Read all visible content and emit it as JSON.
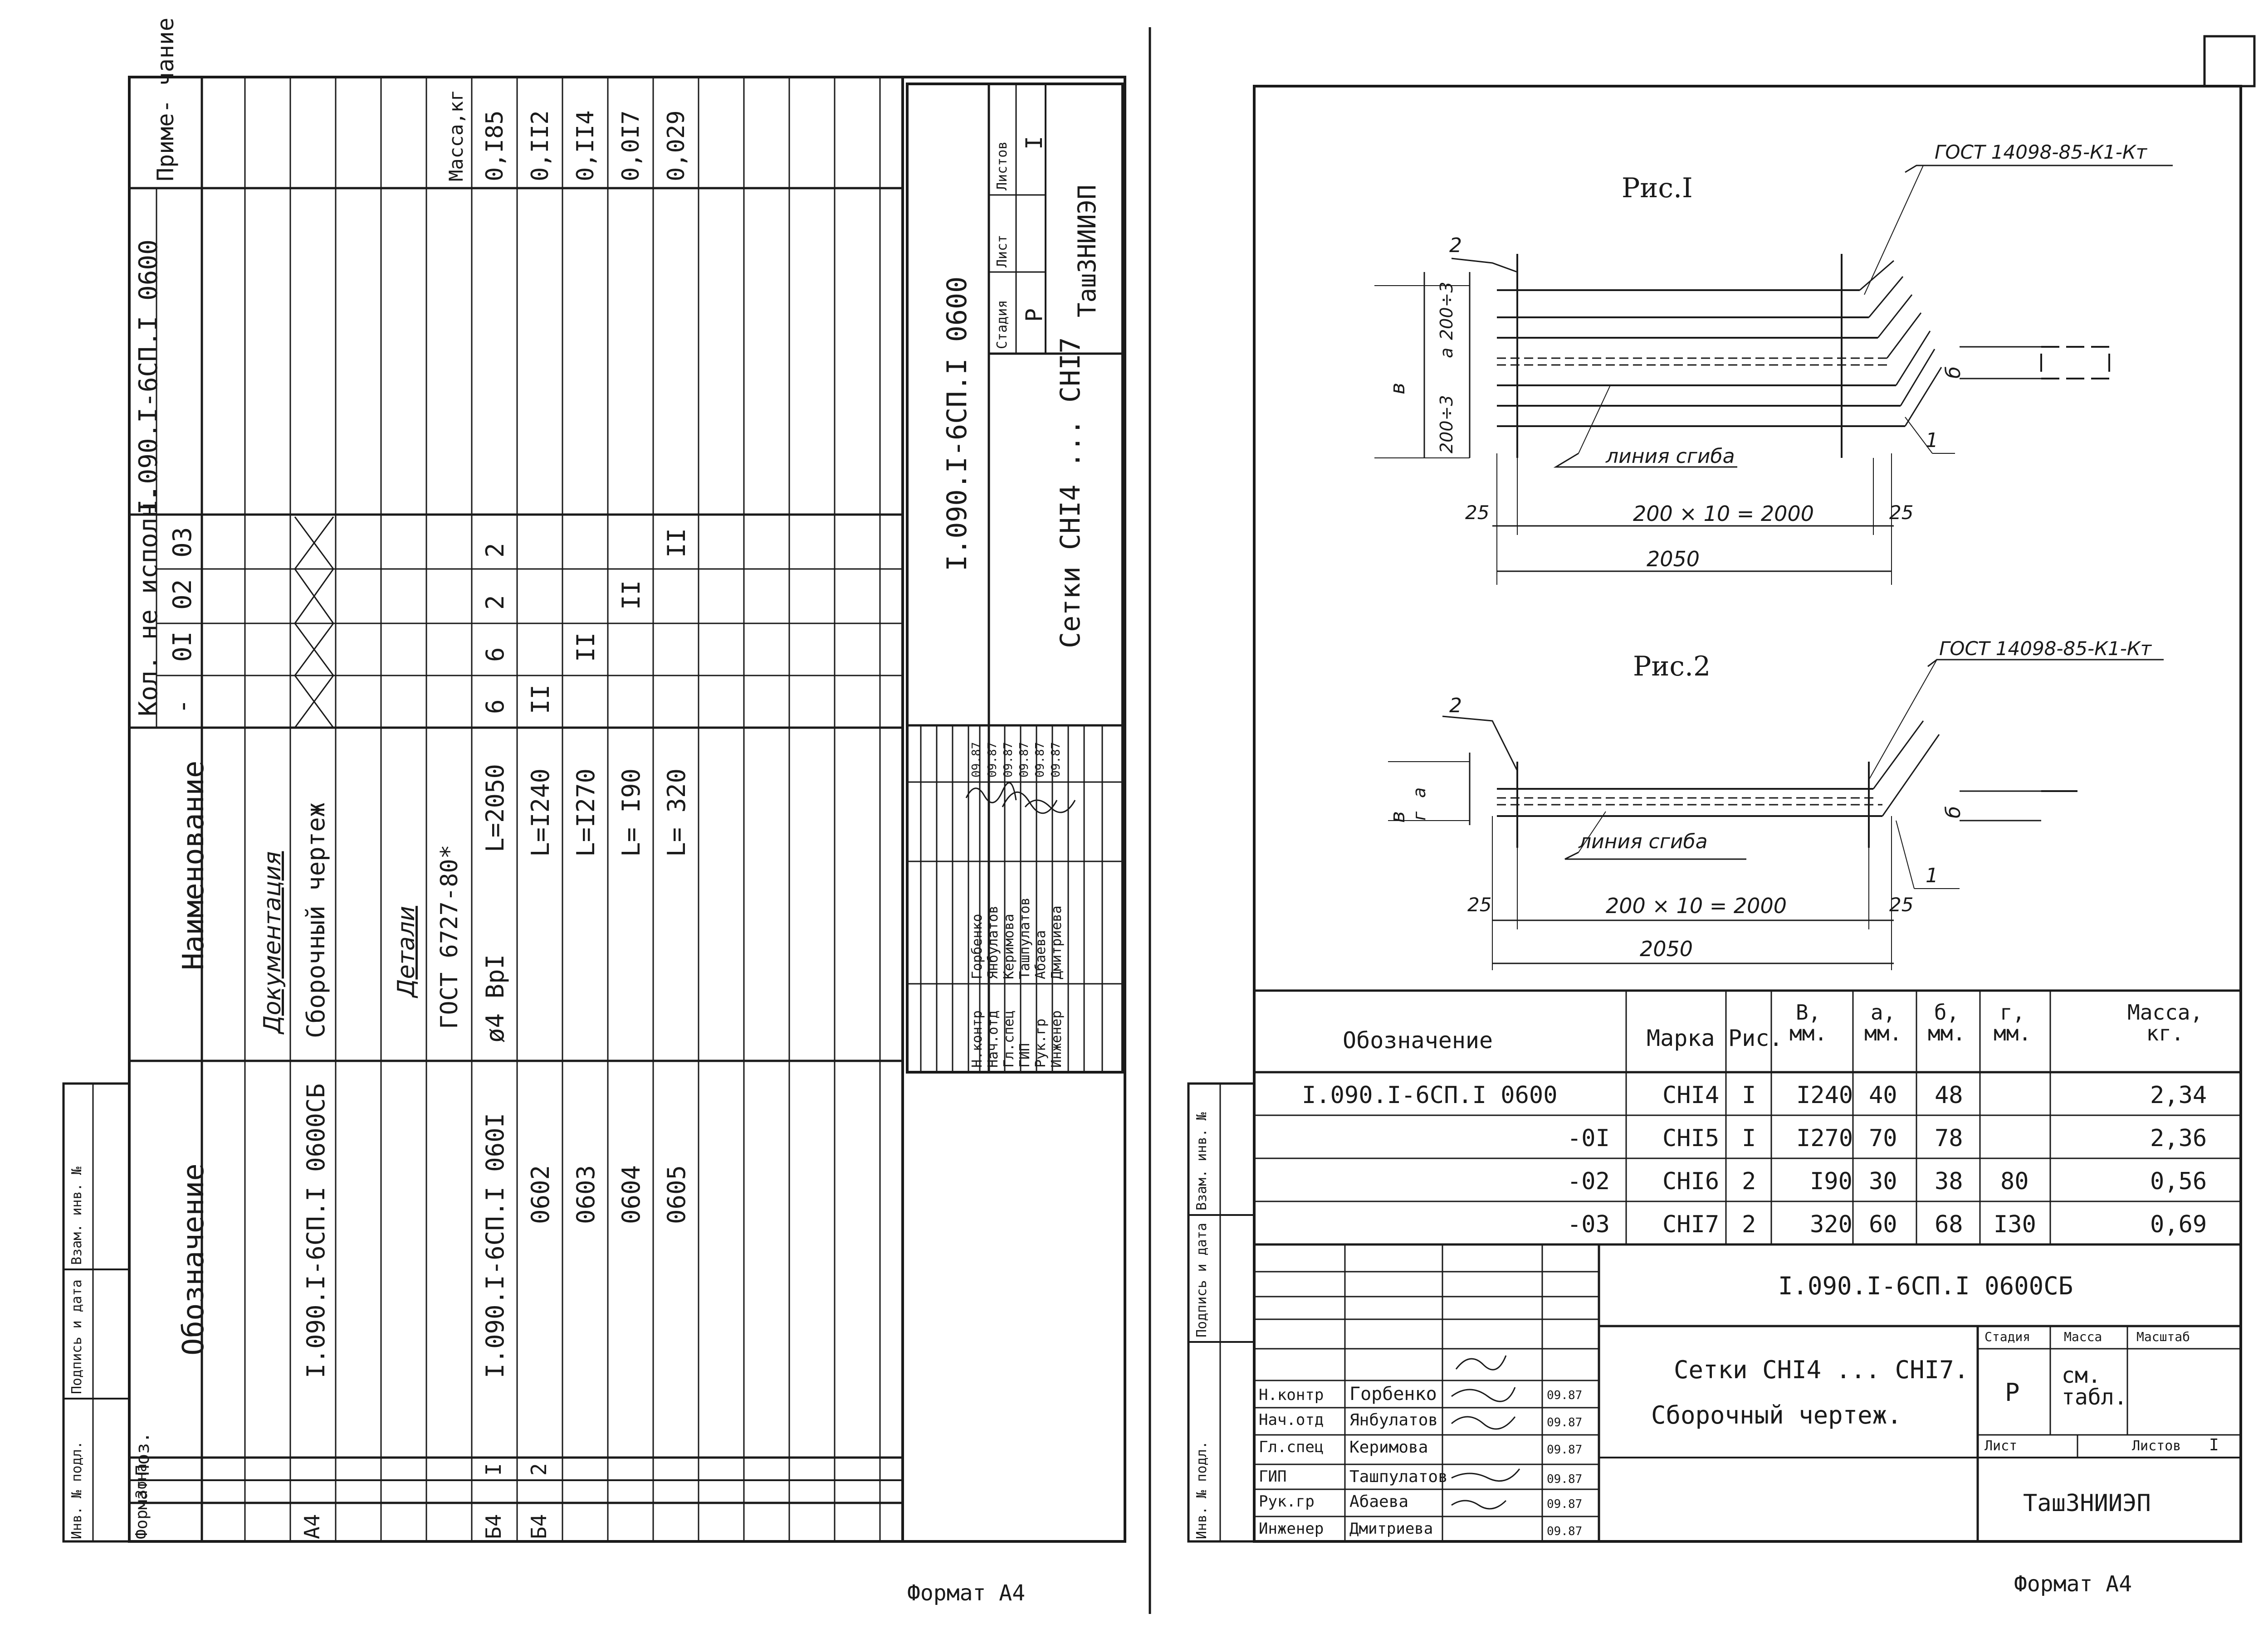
{
  "left_sheet": {
    "header": {
      "oboznachenie": "Обозначение",
      "naimenovanie": "Наименование",
      "kol": "Кол. не исполн.",
      "designation": "I.090.I-6СП.I 0600",
      "primechanie": "Приме-\nчание",
      "massa": "Масса,кг",
      "col_base": "-",
      "col_01": "0I",
      "col_02": "02",
      "col_03": "03"
    },
    "left_columns": {
      "format": "Формат",
      "zona": "Зона",
      "poz": "Поз."
    },
    "rows": [
      {
        "format": "",
        "poz": "",
        "oboz": "",
        "name": "Документация",
        "q": [
          "",
          "",
          "",
          ""
        ],
        "mass": ""
      },
      {
        "format": "A4",
        "poz": "",
        "oboz": "I.090.I-6СП.I 0600СБ",
        "name": "Сборочный чертеж",
        "q": [
          "X",
          "X",
          "X",
          "X"
        ],
        "mass": ""
      },
      {
        "format": "",
        "poz": "",
        "oboz": "",
        "name": "Детали",
        "q": [
          "",
          "",
          "",
          ""
        ],
        "mass": ""
      },
      {
        "format": "",
        "poz": "",
        "oboz": "",
        "name": "ГОСТ 6727-80*",
        "q": [
          "",
          "",
          "",
          ""
        ],
        "mass": ""
      },
      {
        "format": "Б4",
        "poz": "I",
        "oboz": "I.090.I-6СП.I 060I",
        "name": "ø4 ВрI",
        "len": "L=2050",
        "q": [
          "6",
          "6",
          "2",
          "2"
        ],
        "mass": "0,I85"
      },
      {
        "format": "Б4",
        "poz": "2",
        "oboz": "0602",
        "name": "",
        "len": "L=I240",
        "q": [
          "II",
          "",
          "",
          ""
        ],
        "mass": "0,II2"
      },
      {
        "format": "",
        "poz": "",
        "oboz": "0603",
        "name": "",
        "len": "L=I270",
        "q": [
          "",
          "II",
          "",
          ""
        ],
        "mass": "0,II4"
      },
      {
        "format": "",
        "poz": "",
        "oboz": "0604",
        "name": "",
        "len": "L= I90",
        "q": [
          "",
          "",
          "II",
          ""
        ],
        "mass": "0,0I7"
      },
      {
        "format": "",
        "poz": "",
        "oboz": "0605",
        "name": "",
        "len": "L= 320",
        "q": [
          "",
          "",
          "",
          "II"
        ],
        "mass": "0,029"
      }
    ],
    "stamp": {
      "designation": "I.090.I-6СП.I 0600",
      "title": "Сетки СНI4 ... СНI7",
      "stadiya_label": "Стадия",
      "list_label": "Лист",
      "listov_label": "Листов",
      "stadiya": "Р",
      "listov": "I",
      "org": "ТашЗНИИЭП",
      "people": [
        {
          "role": "Н.контр",
          "name": "Горбенко",
          "date": "09.87"
        },
        {
          "role": "Нач.отд",
          "name": "Янбулатов",
          "date": "09.87"
        },
        {
          "role": "Гл.спец",
          "name": "Керимова",
          "date": "09.87"
        },
        {
          "role": "ГИП",
          "name": "Ташпулатов",
          "date": "09.87"
        },
        {
          "role": "Рук.гр",
          "name": "Абаева",
          "date": "09.87"
        },
        {
          "role": "Инженер",
          "name": "Дмитриева",
          "date": "09.87"
        }
      ]
    },
    "side_margin": [
      "Инв. № подл.",
      "Подпись и дата",
      "Взам. инв. №"
    ],
    "format_label": "Формат А4"
  },
  "right_sheet": {
    "fig1": {
      "title": "Рис.I",
      "gost": "ГОСТ 14098-85-К1-Кт",
      "line": "линия сгиба",
      "dim_main": "200 × 10 = 2000",
      "dim_total": "2050",
      "dim_edge_l": "25",
      "dim_edge_r": "25",
      "dim_v": "в",
      "dim_a": "а",
      "dim_top": "200÷3",
      "dim_bottom": "200÷3",
      "dim_b": "б",
      "pos1": "1",
      "pos2": "2"
    },
    "fig2": {
      "title": "Рис.2",
      "gost": "ГОСТ 14098-85-К1-Кт",
      "line": "линия сгиба",
      "dim_main": "200 × 10 = 2000",
      "dim_total": "2050",
      "dim_edge_l": "25",
      "dim_edge_r": "25",
      "dim_v": "в",
      "dim_a": "а",
      "dim_g": "г",
      "dim_b": "б",
      "pos1": "1",
      "pos2": "2"
    },
    "table": {
      "headers": [
        "Обозначение",
        "Марка",
        "Рис.",
        "В,\nмм.",
        "а,\nмм.",
        "б,\nмм.",
        "г,\nмм.",
        "Масса,\nкг."
      ],
      "rows": [
        [
          "I.090.I-6СП.I 0600",
          "СНI4",
          "I",
          "I240",
          "40",
          "48",
          "",
          "2,34"
        ],
        [
          "-0I",
          "СНI5",
          "I",
          "I270",
          "70",
          "78",
          "",
          "2,36"
        ],
        [
          "-02",
          "СНI6",
          "2",
          "I90",
          "30",
          "38",
          "80",
          "0,56"
        ],
        [
          "-03",
          "СНI7",
          "2",
          "320",
          "60",
          "68",
          "I30",
          "0,69"
        ]
      ]
    },
    "stamp": {
      "designation": "I.090.I-6СП.I 0600СБ",
      "title1": "Сетки СНI4 ... СНI7.",
      "title2": "Сборочный чертеж.",
      "stadiya_label": "Стадия",
      "massa_label": "Масса",
      "masshtab_label": "Масштаб",
      "stadiya": "Р",
      "massa": "см.\nтабл.",
      "list_label": "Лист",
      "listov_label": "Листов",
      "listov": "I",
      "org": "ТашЗНИИЭП",
      "people": [
        {
          "role": "Н.контр",
          "name": "Горбенко",
          "date": "09.87"
        },
        {
          "role": "Нач.отд",
          "name": "Янбулатов",
          "date": "09.87"
        },
        {
          "role": "Гл.спец",
          "name": "Керимова",
          "date": "09.87"
        },
        {
          "role": "ГИП",
          "name": "Ташпулатов",
          "date": "09.87"
        },
        {
          "role": "Рук.гр",
          "name": "Абаева",
          "date": "09.87"
        },
        {
          "role": "Инженер",
          "name": "Дмитриева",
          "date": "09.87"
        }
      ]
    },
    "side_margin": [
      "Инв. № подл.",
      "Подпись и дата",
      "Взам. инв. №"
    ],
    "format_label": "Формат А4"
  }
}
